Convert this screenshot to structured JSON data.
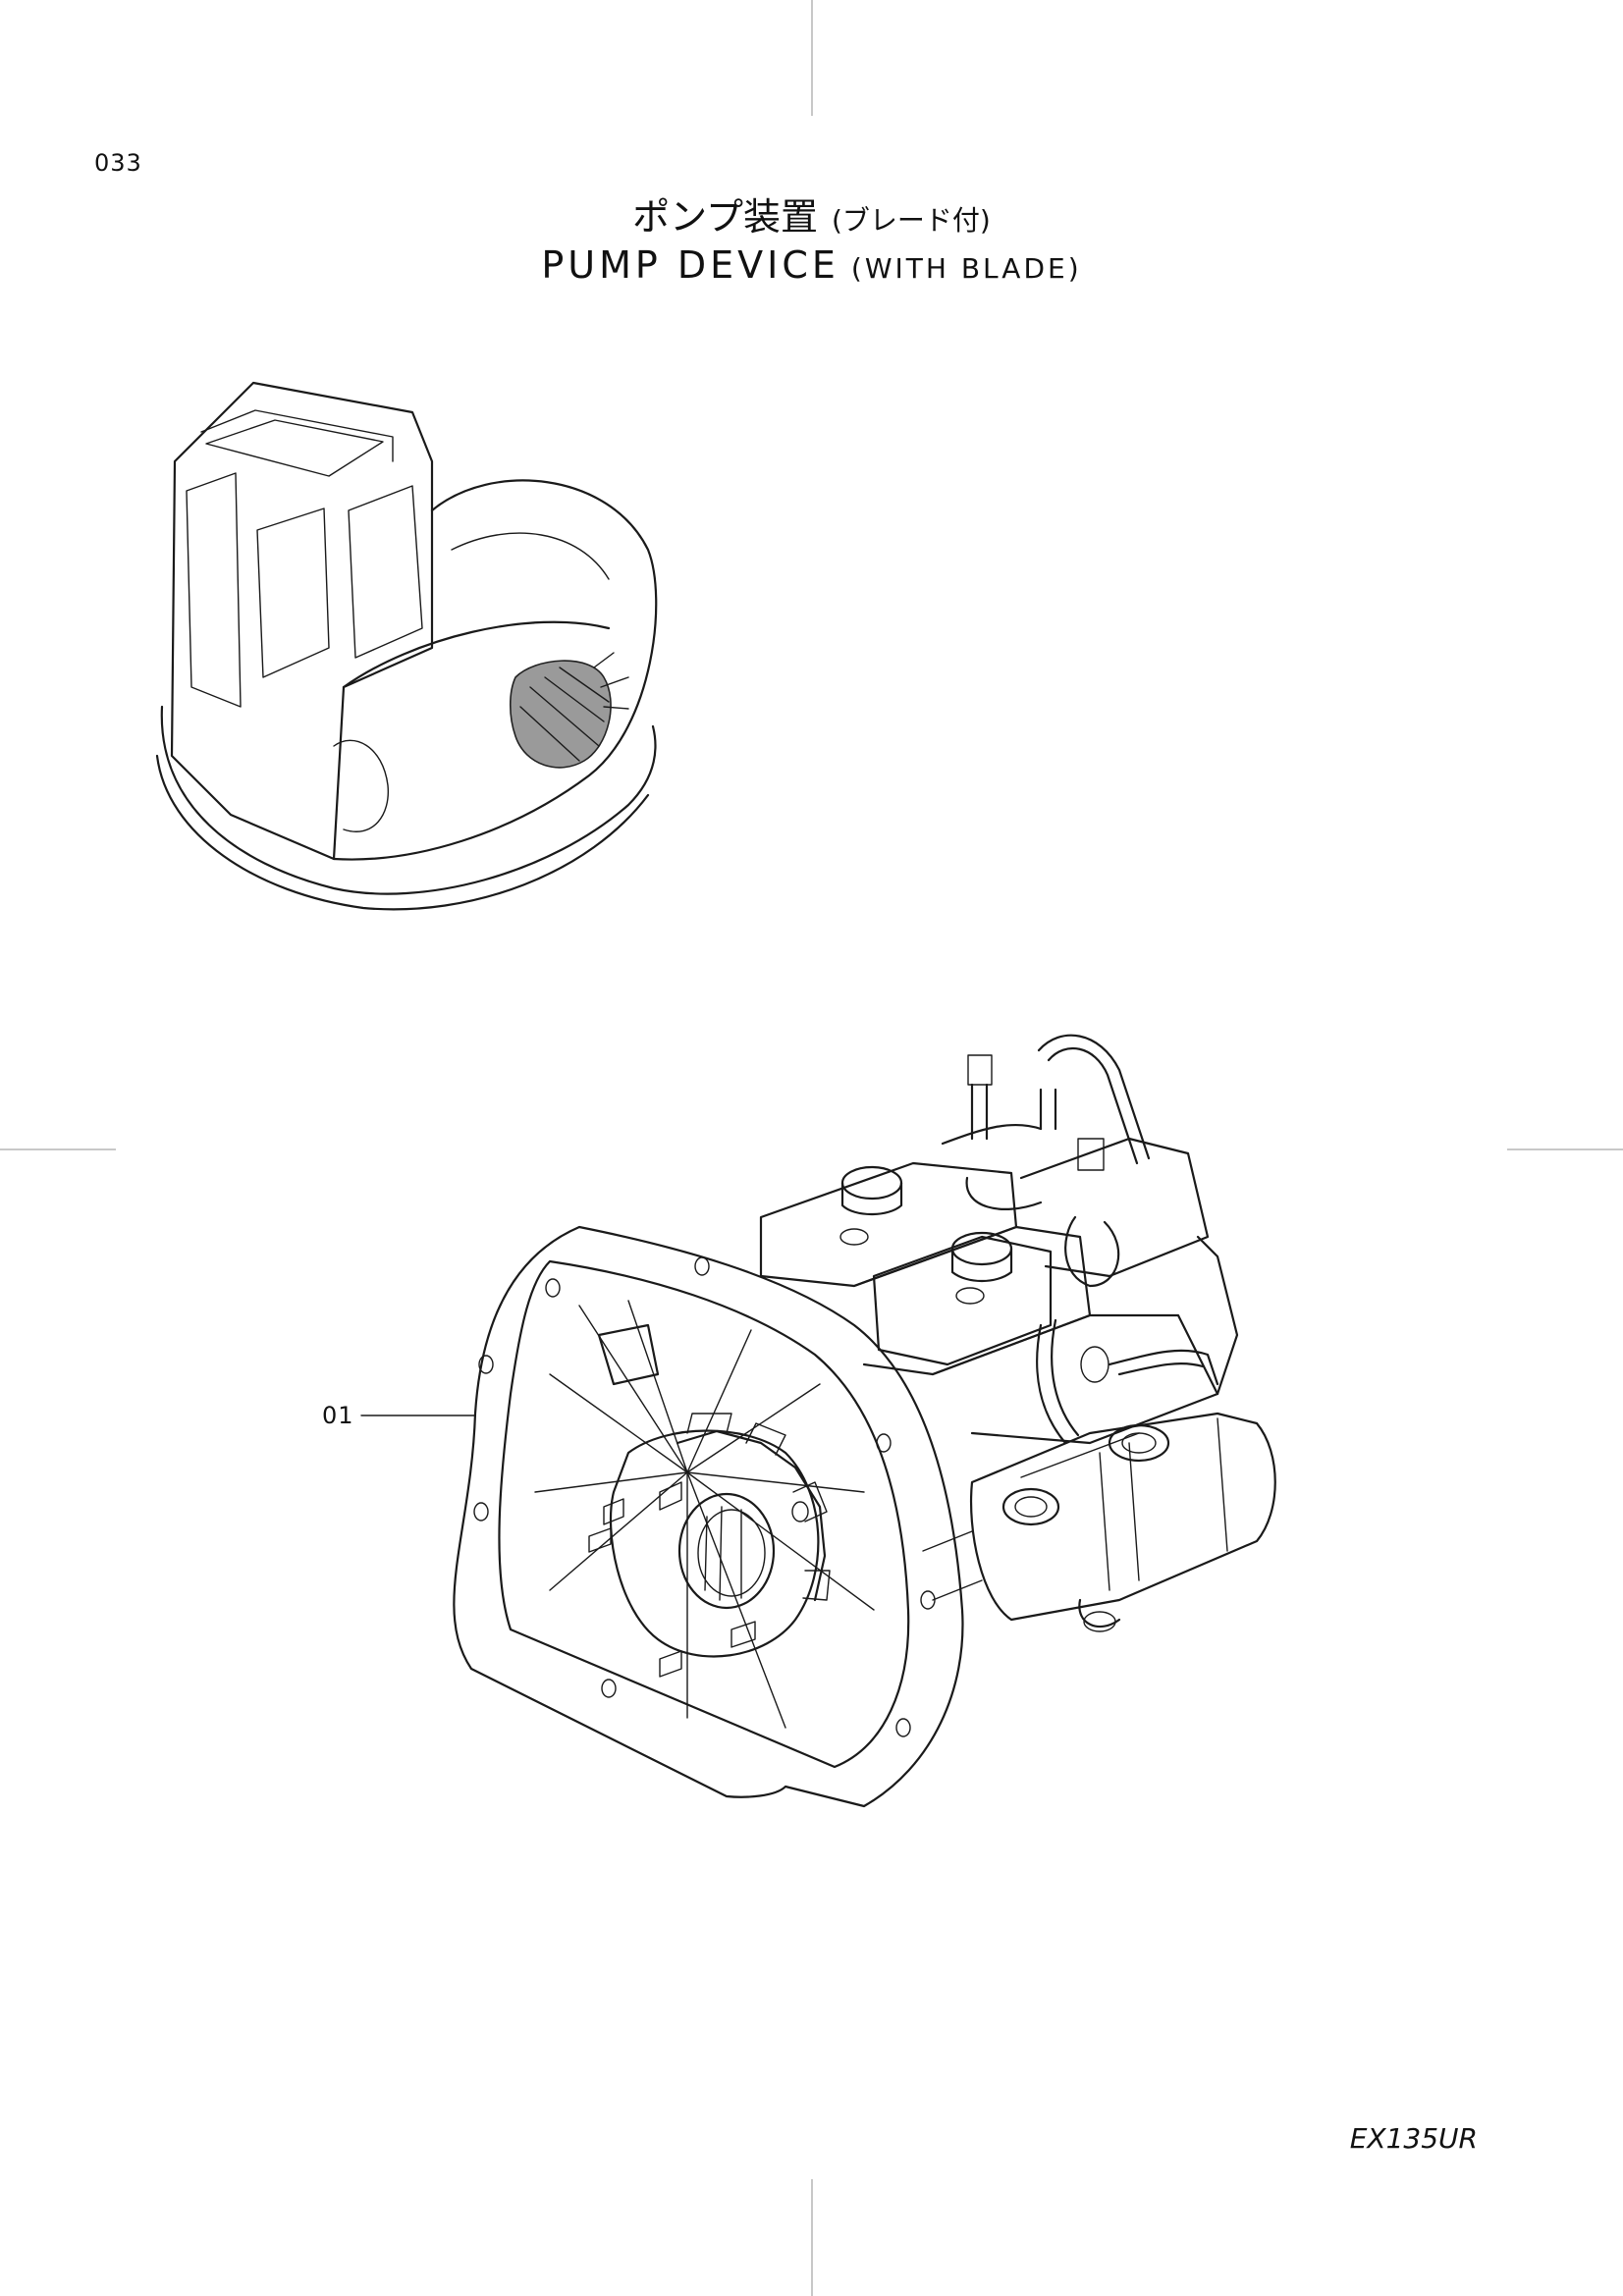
{
  "page": {
    "number": "033",
    "model": "EX135UR"
  },
  "title": {
    "jp_main": "ポンプ装置",
    "jp_sub": "(ブレード付)",
    "en_main": "PUMP DEVICE",
    "en_sub": "(WITH BLADE)"
  },
  "callouts": [
    {
      "label": "01"
    }
  ],
  "icons": {
    "machine_locator": "excavator-location-icon",
    "pump_drawing": "pump-assembly-drawing"
  }
}
